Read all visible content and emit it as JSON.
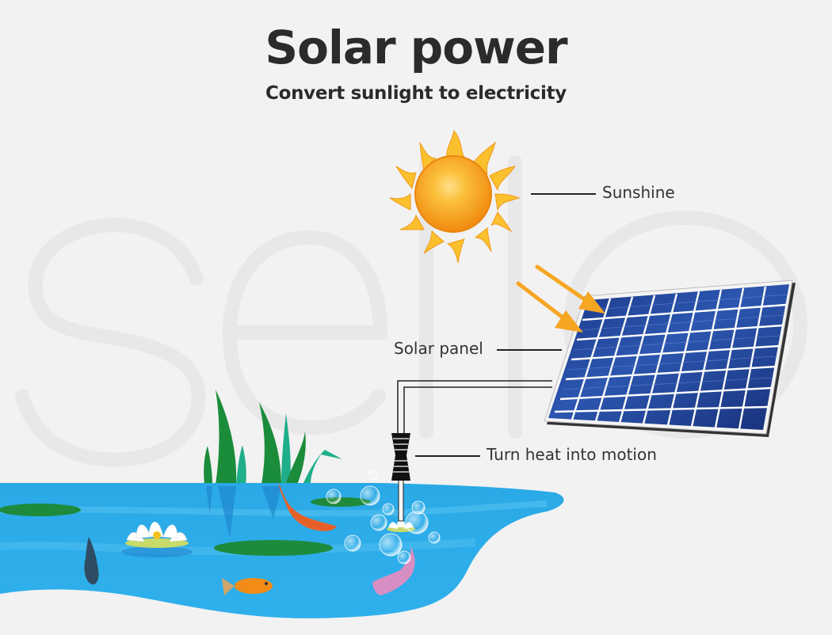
{
  "header": {
    "title": "Solar power",
    "subtitle": "Convert sunlight to electricity"
  },
  "watermark": {
    "text": "sello"
  },
  "labels": {
    "sun": "Sunshine",
    "panel": "Solar panel",
    "pump": "Turn heat into motion"
  },
  "icons": {
    "sun": "sun-icon",
    "light_rays": "arrow-icon",
    "solar_panel": "solar-panel-icon",
    "pump": "pump-icon",
    "pond": "pond-illustration",
    "fish": "fish-icon",
    "lotus": "lotus-flower-icon",
    "lily_pad": "lily-pad-icon",
    "reeds": "reed-grass-icon",
    "bubbles": "bubble-icon"
  },
  "colors": {
    "background": "#f2f2f2",
    "text": "#2b2b2b",
    "sun_core": "#f6a21b",
    "sun_rays": "#fbc02d",
    "arrow": "#f5a623",
    "panel_cell": "#1e3f8f",
    "panel_grid": "#ffffff",
    "water": "#29abe8",
    "water_light": "#4fc0f0",
    "reeds": "#1b8c3a",
    "reeds_teal": "#1fae8a",
    "lily_pad": "#1e8a3c"
  },
  "panel_grid": {
    "columns": 9,
    "rows": 7
  }
}
